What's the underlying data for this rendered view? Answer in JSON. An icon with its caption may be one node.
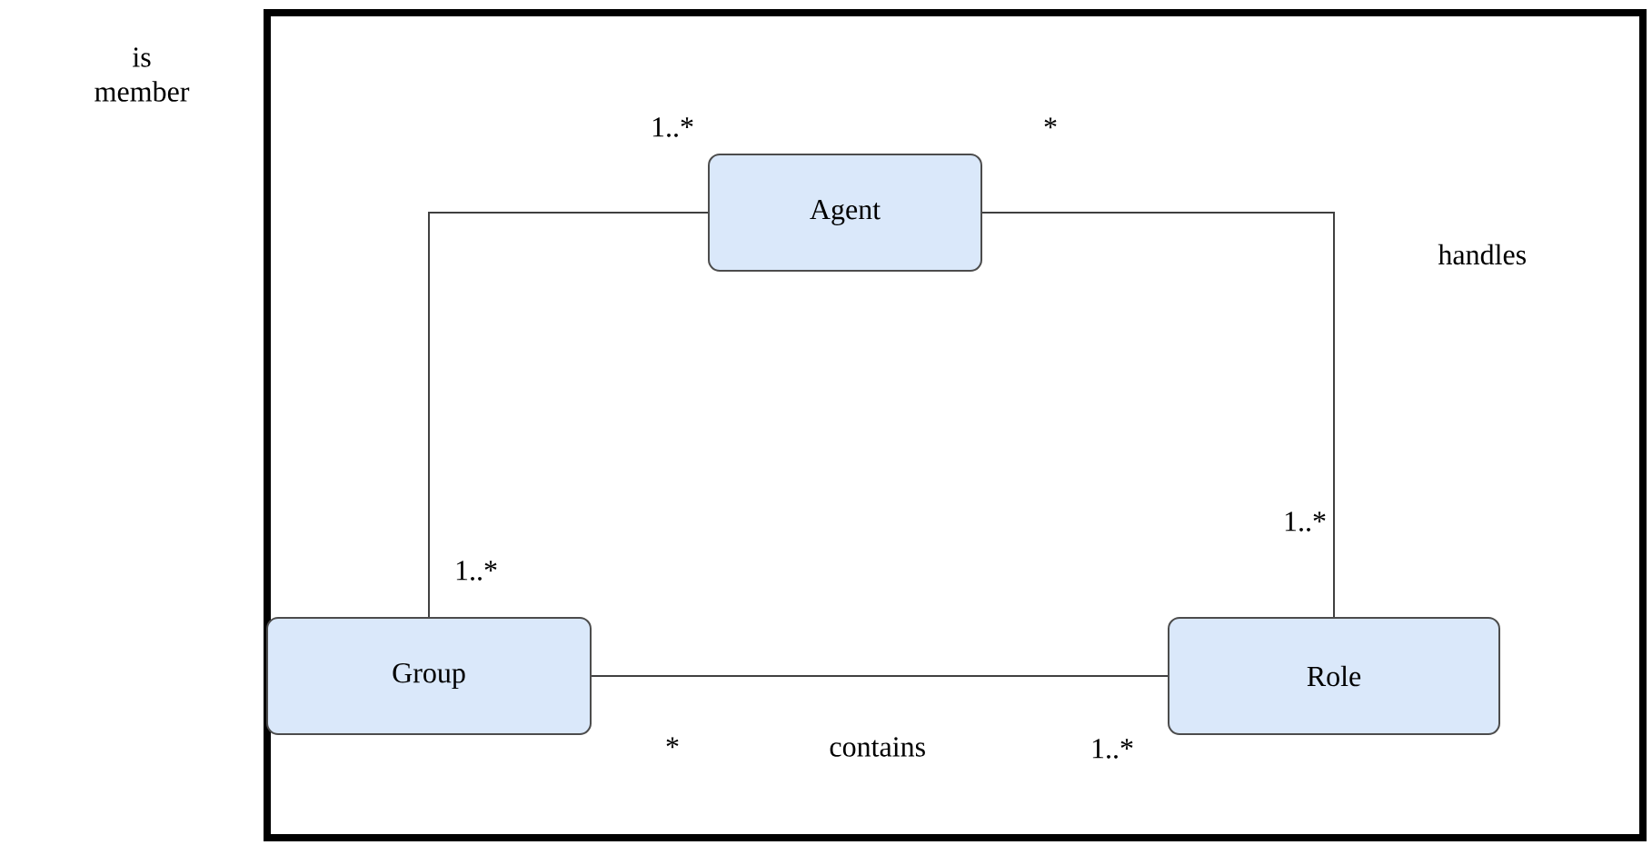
{
  "diagram": {
    "nodes": [
      {
        "text": [
          "Agent"
        ]
      },
      {
        "text": [
          "Group"
        ]
      },
      {
        "text": [
          "Role"
        ]
      }
    ],
    "edges": [
      {
        "from": 0,
        "to": 1,
        "arrow": "none"
      },
      {
        "from": 0,
        "to": 2,
        "arrow": "none",
        "label": "handles"
      },
      {
        "from": 1,
        "to": 2,
        "arrow": "none",
        "label": "contains"
      }
    ],
    "labels": [
      "is member",
      "1..*",
      "*",
      "1..*",
      "1..*",
      "*",
      "1..*"
    ]
  }
}
